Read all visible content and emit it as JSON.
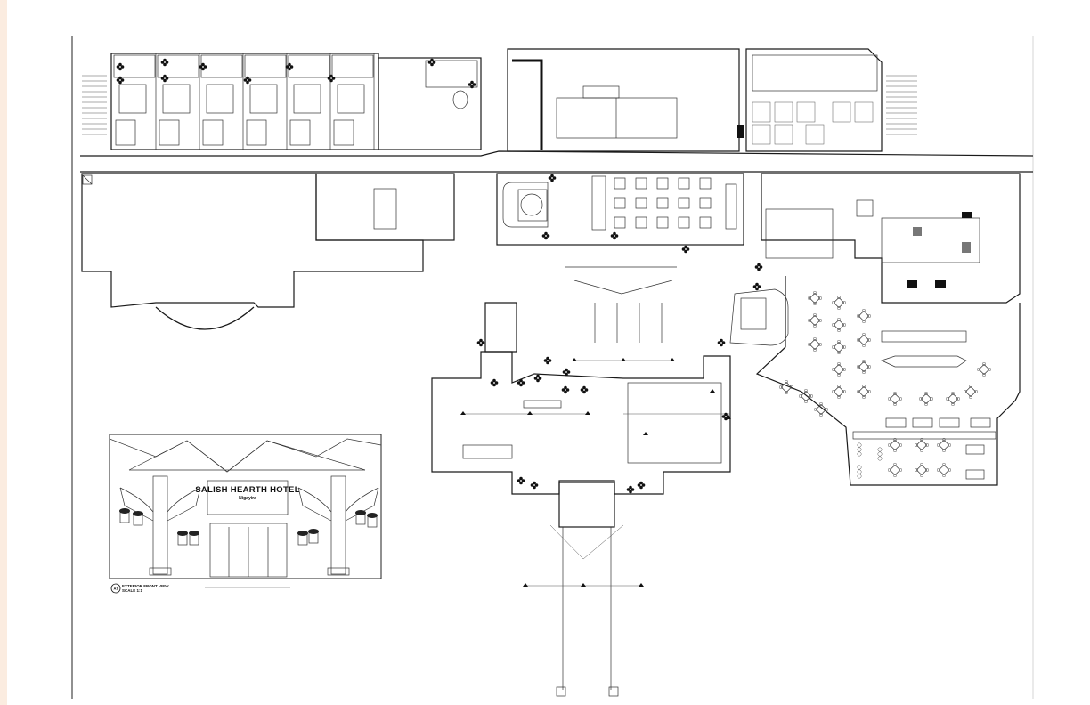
{
  "drawing": {
    "elevation": {
      "hotel_name": "SALISH HEARTH HOTEL",
      "hotel_subtitle": "Nigayira",
      "view_id": "A1",
      "view_title": "EXTERIOR FRONT VIEW",
      "scale": "SCALE 1:1"
    }
  }
}
